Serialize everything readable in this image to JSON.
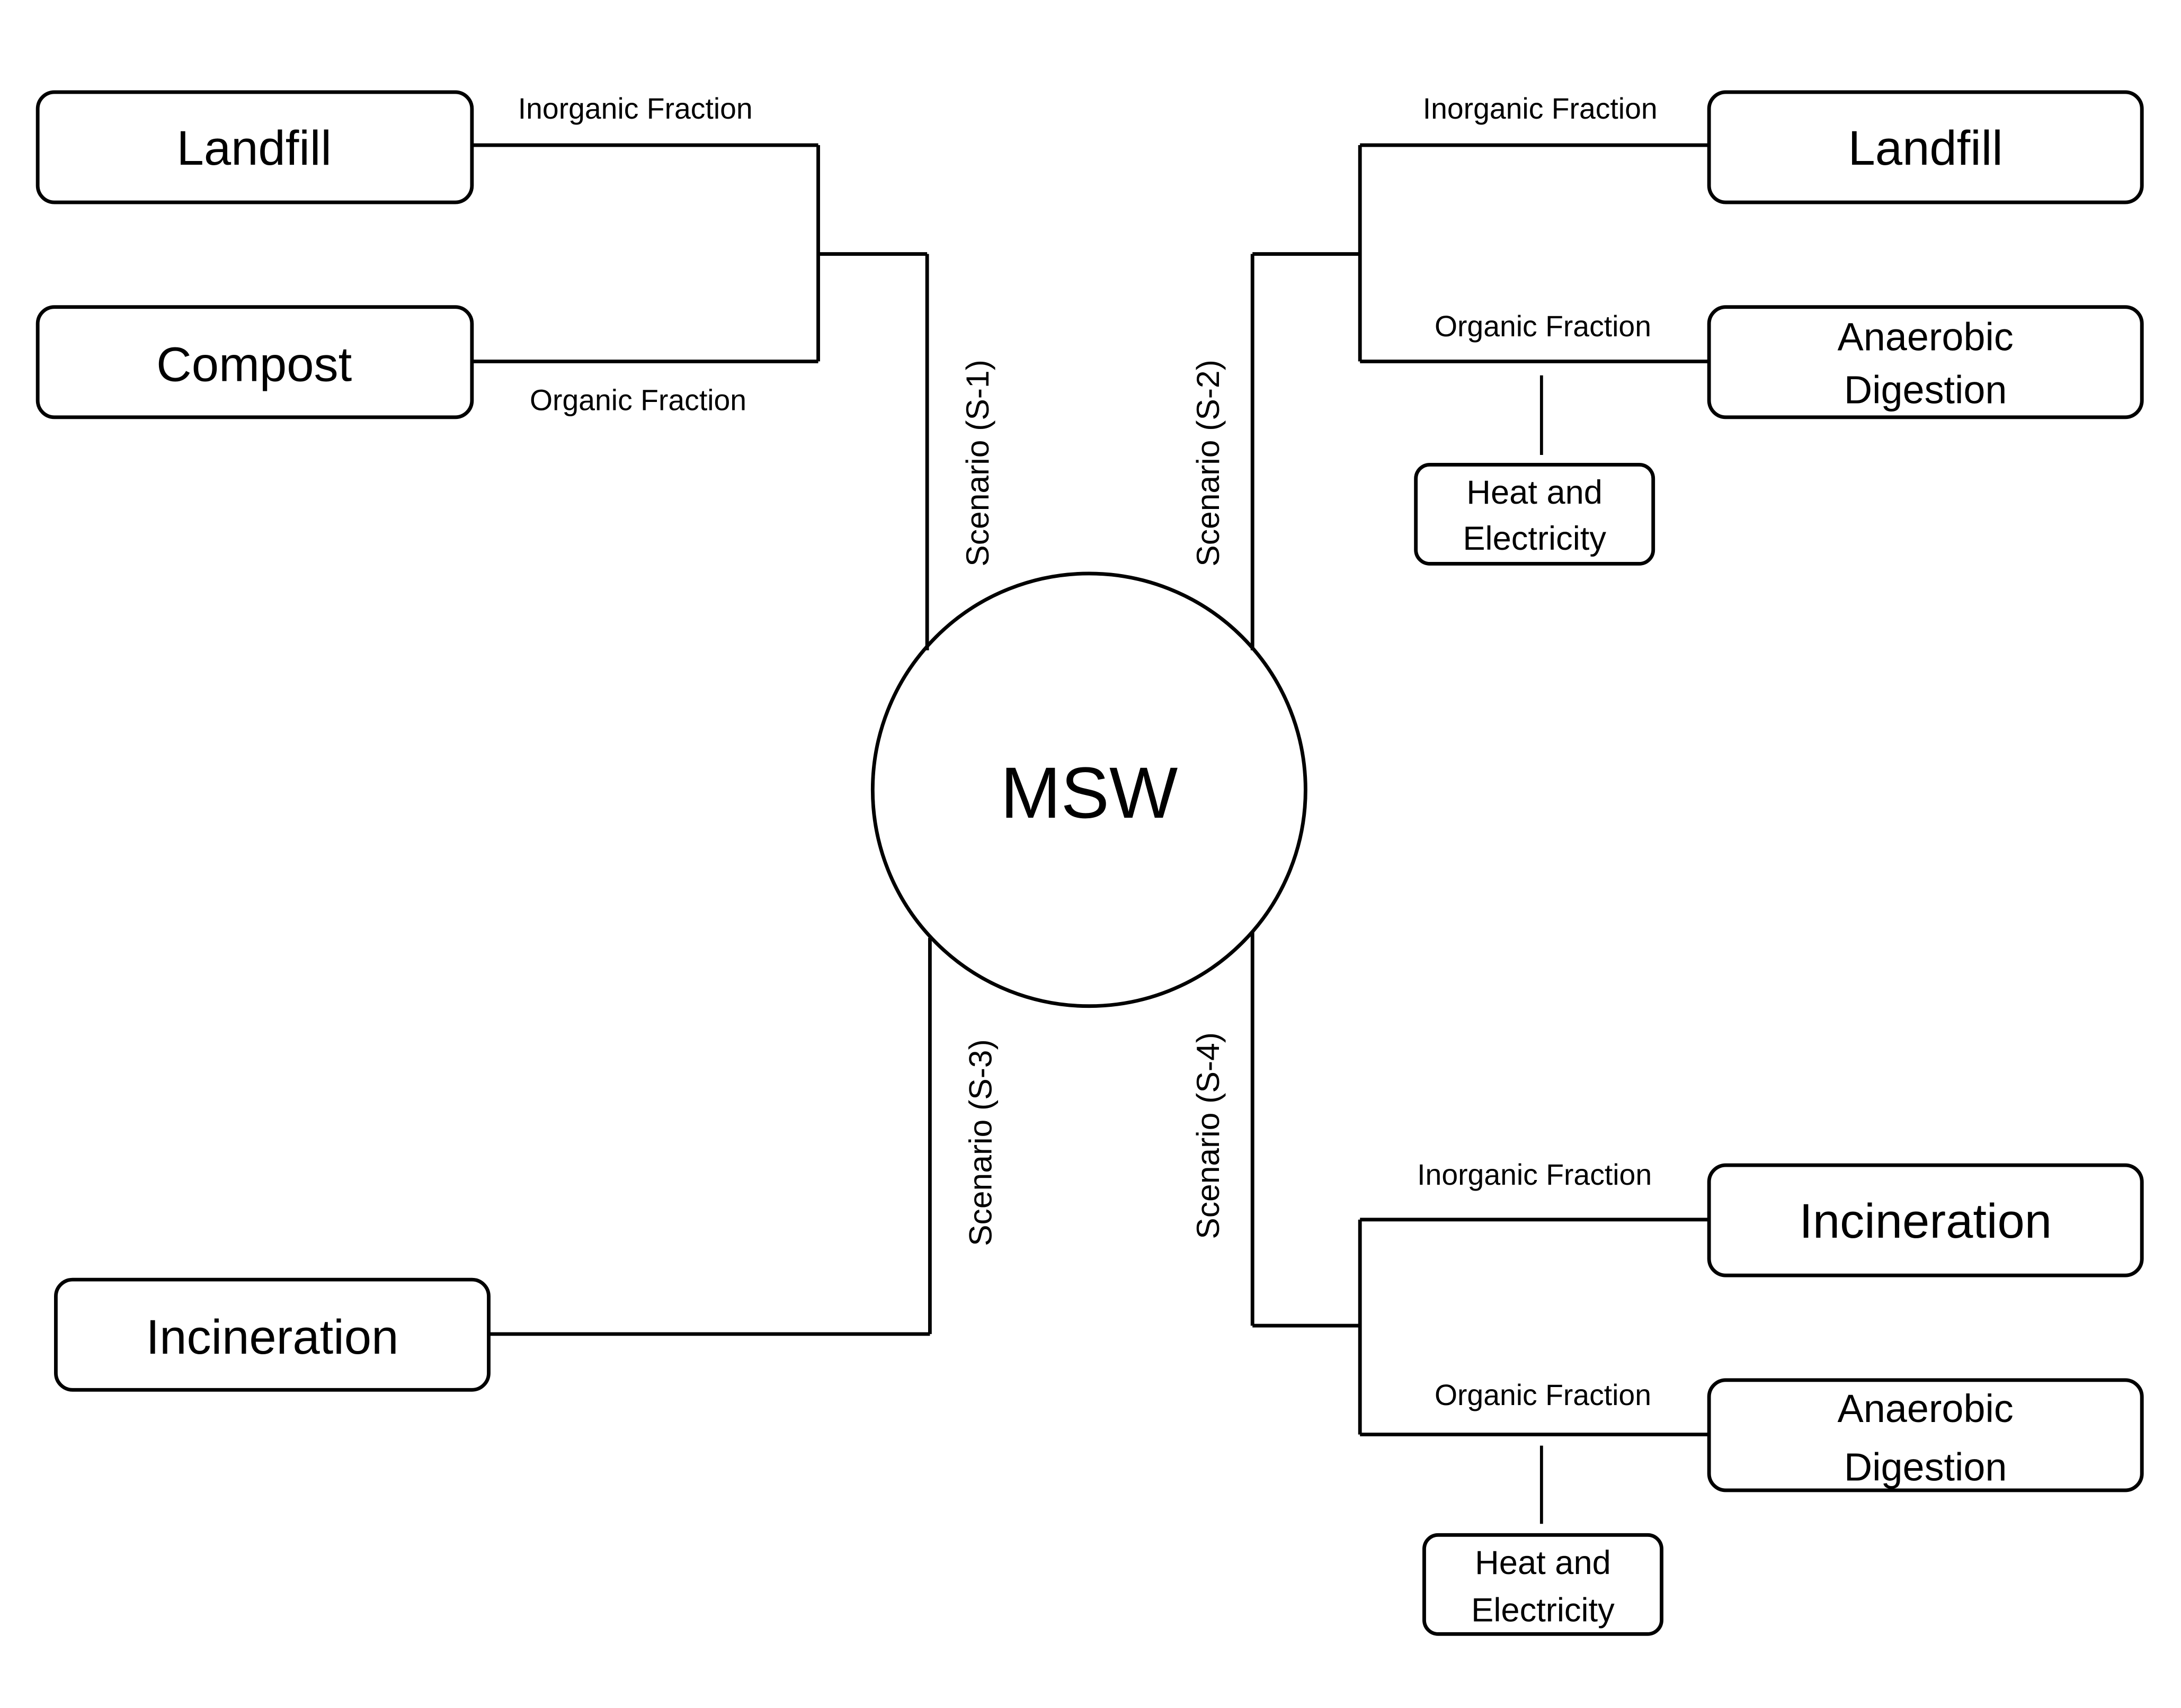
{
  "diagram": {
    "center": {
      "label": "MSW"
    },
    "scenarios": [
      {
        "id": "S-1",
        "label": "Scenario (S-1)",
        "inorganic_label": "Inorganic Fraction",
        "organic_label": "Organic Fraction",
        "inorganic_target": "Landfill",
        "organic_target": "Compost"
      },
      {
        "id": "S-2",
        "label": "Scenario (S-2)",
        "inorganic_label": "Inorganic Fraction",
        "organic_label": "Organic Fraction",
        "inorganic_target": "Landfill",
        "organic_target_line1": "Anaerobic",
        "organic_target_line2": "Digestion",
        "byproduct_line1": "Heat and",
        "byproduct_line2": "Electricity"
      },
      {
        "id": "S-3",
        "label": "Scenario (S-3)",
        "target": "Incineration"
      },
      {
        "id": "S-4",
        "label": "Scenario (S-4)",
        "inorganic_label": "Inorganic Fraction",
        "organic_label": "Organic Fraction",
        "inorganic_target": "Incineration",
        "organic_target_line1": "Anaerobic",
        "organic_target_line2": "Digestion",
        "byproduct_line1": "Heat and",
        "byproduct_line2": "Electricity"
      }
    ]
  }
}
